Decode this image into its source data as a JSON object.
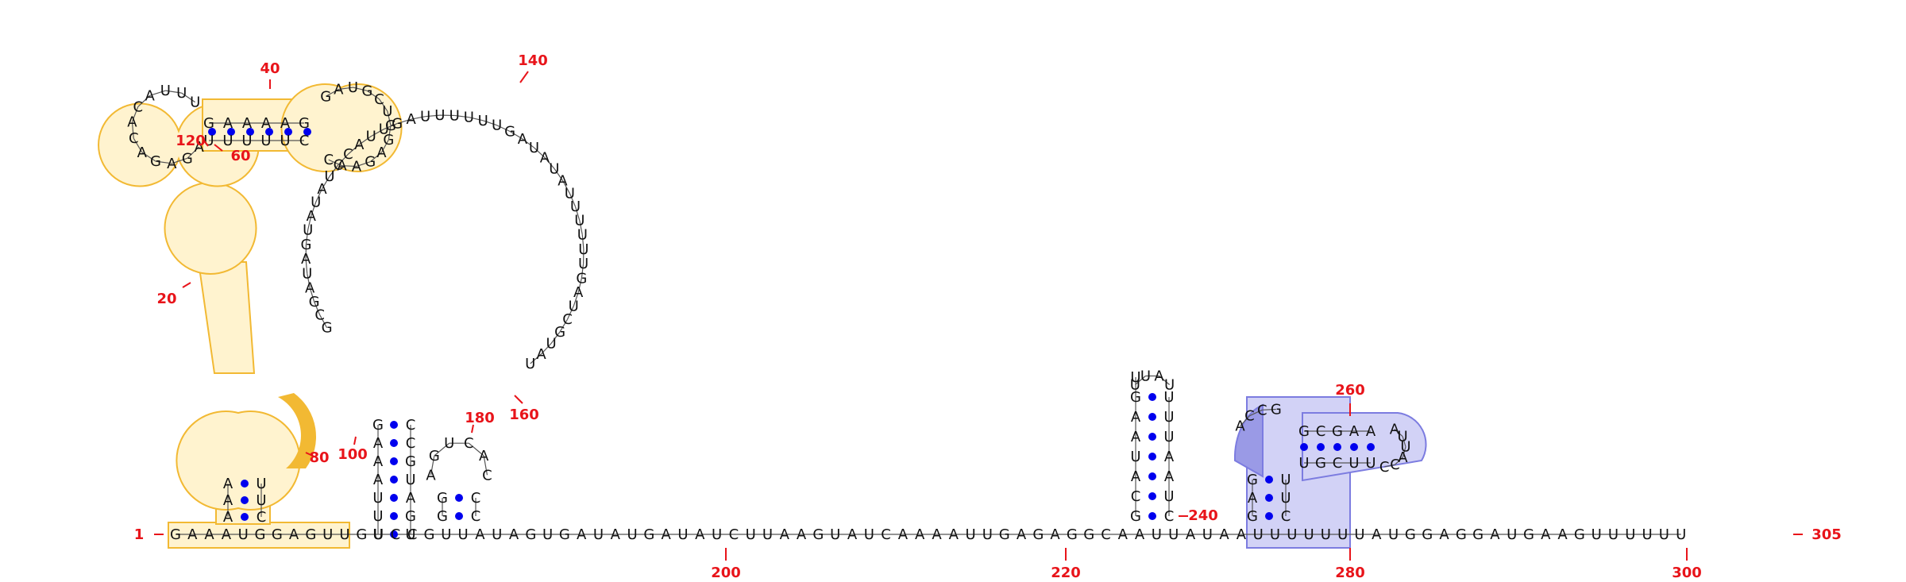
{
  "colors": {
    "nucleotide": "#111111",
    "backbone": "#555555",
    "base_pair_dot": "#0000ee",
    "position_label": "#e8141a",
    "highlight_yellow_fill": "#fff3cf",
    "highlight_yellow_stroke": "#f2b933",
    "highlight_blue_fill": "#d2d2f6",
    "highlight_blue_stroke": "#7c7ce0"
  },
  "sequence": "GAAAUGGAGUUGUCCGUUAUAGUGAUAUGAUAUCUUAAGUAUCAAAAUUGAGAGGCAAUUAUAAUUUUUUUAUGGAGGAUGAAGUUUUUU",
  "position_labels": [
    {
      "id": "p1",
      "text": "1"
    },
    {
      "id": "p20",
      "text": "20"
    },
    {
      "id": "p40",
      "text": "40"
    },
    {
      "id": "p60",
      "text": "60"
    },
    {
      "id": "p80",
      "text": "80"
    },
    {
      "id": "p100",
      "text": "100"
    },
    {
      "id": "p120",
      "text": "120"
    },
    {
      "id": "p140",
      "text": "140"
    },
    {
      "id": "p160",
      "text": "160"
    },
    {
      "id": "p180",
      "text": "180"
    },
    {
      "id": "p200",
      "text": "200"
    },
    {
      "id": "p220",
      "text": "220"
    },
    {
      "id": "p240",
      "text": "240"
    },
    {
      "id": "p260",
      "text": "260"
    },
    {
      "id": "p280",
      "text": "280"
    },
    {
      "id": "p300",
      "text": "300"
    },
    {
      "id": "p305",
      "text": "305"
    }
  ],
  "baseline": {
    "left_segment": "GAAA",
    "segment_2": "UGGAGUUG",
    "segment_3": "UCC",
    "segment_4": "GUUAUAGUGAUAUGAUAUCUUAAGUAUCAAAAUUGAGAGG",
    "segment_5": "CAAUUA",
    "segment_6": "UAAUUUUUUUAUGGAGGAUGAAGUUUUUU"
  },
  "helices": {
    "h_left_5p": "AAA",
    "h_left_3p": "CUU",
    "h_mid_5p": "UUUAAAG",
    "h_mid_3p": "UGAUGCC",
    "h_small_5p": "GG",
    "h_small_3p": "CC",
    "h_hairpin_5p": "GCAUAAGU",
    "h_hairpin_3p": "CUAAUUU",
    "h_blue_5p": "GAG",
    "h_blue_3p": "CUU",
    "h_blue_inner_5p": "GCGAA",
    "h_blue_inner_3p": "UGCUU",
    "h_top_5p": "GAAAAG",
    "h_top_3p": "UUUUUC"
  },
  "loops": {
    "hairpin_240": "UUAU",
    "small_180": "AGUCAC",
    "blue_loop": "ACCG",
    "blue_hairpin": "AUUACC",
    "top_right": "GAUGCUGGAGAAC",
    "top_left": "AGAGACACAUUU",
    "big_loop": "GCGAUAGUAUAUCCAUUGAUUUUUUGAUAUAUUUUUUGAUCGUAU"
  }
}
